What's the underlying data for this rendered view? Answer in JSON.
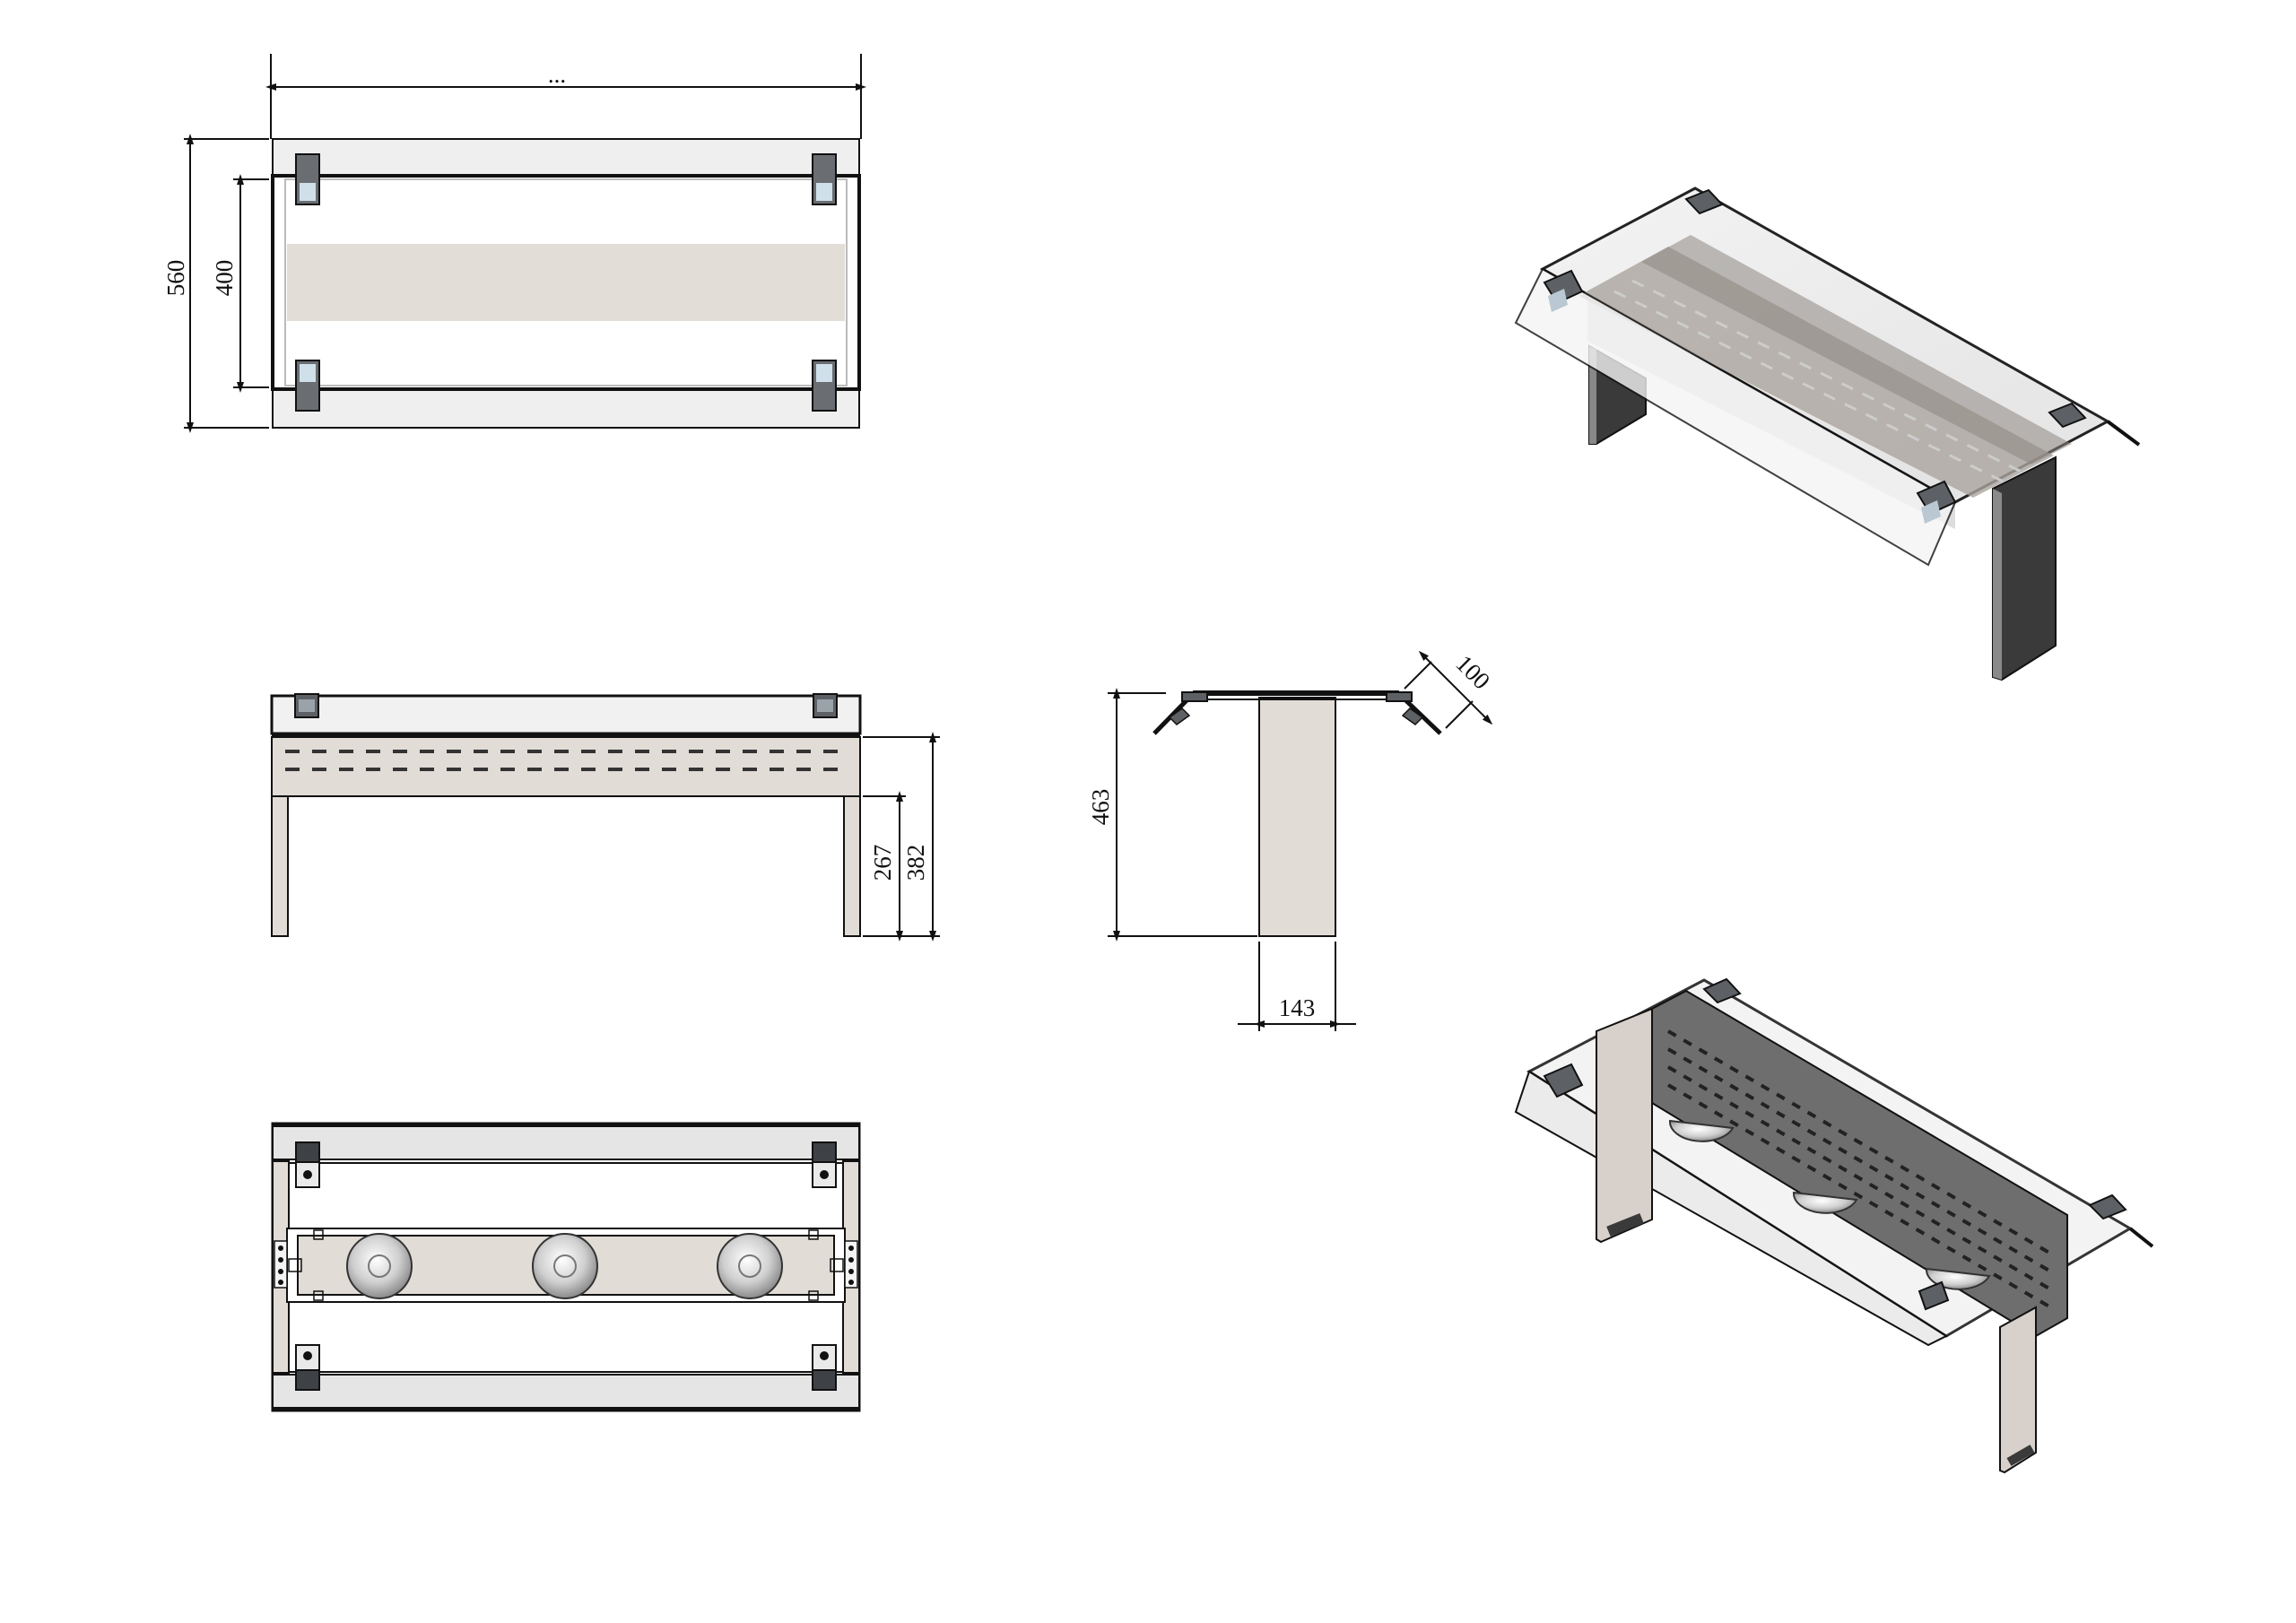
{
  "dimensions": {
    "width": "...",
    "depth_overall": "560",
    "depth_inner": "400",
    "leg_height": "267",
    "apron_height": "382",
    "total_height": "463",
    "leg_thickness": "143",
    "wing_length": "100"
  },
  "colors": {
    "line": "#111111",
    "glass": "#ededed",
    "panel": "#ddd6d0",
    "metal_dark": "#3c3c3c",
    "bracket": "#5d6165"
  }
}
